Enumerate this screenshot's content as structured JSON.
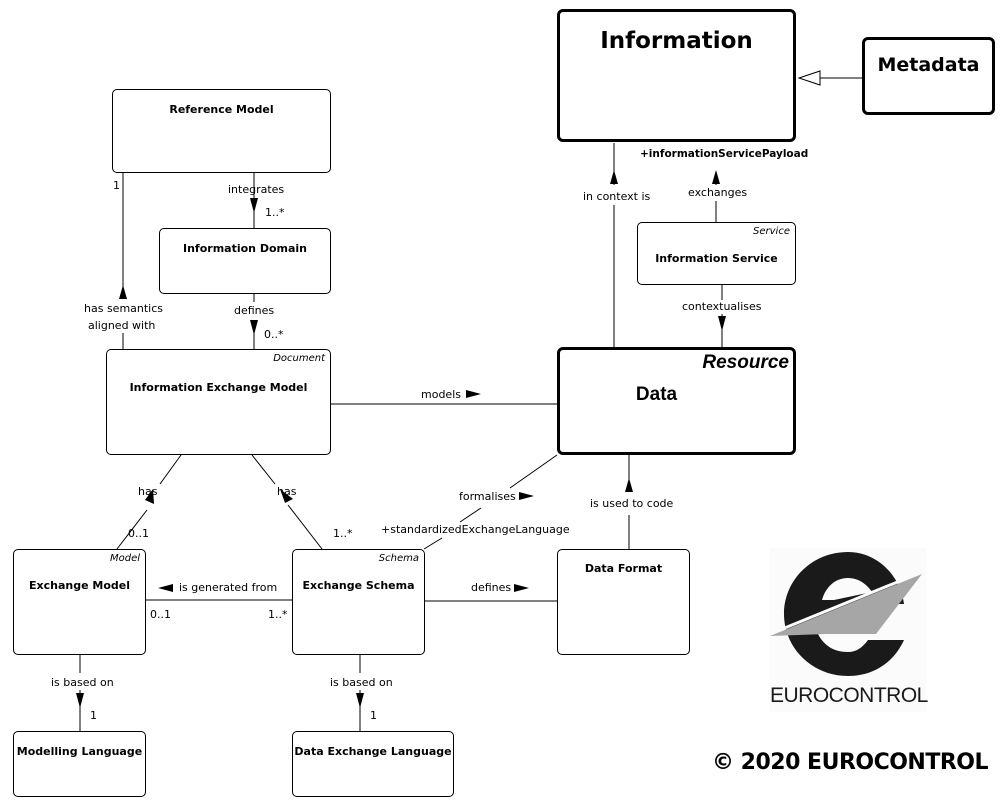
{
  "diagram": {
    "classes": {
      "information": {
        "title": "Information",
        "stereotype": ""
      },
      "metadata": {
        "title": "Metadata",
        "stereotype": ""
      },
      "reference_model": {
        "title": "Reference Model",
        "stereotype": ""
      },
      "information_domain": {
        "title": "Information Domain",
        "stereotype": ""
      },
      "information_service": {
        "title": "Information Service",
        "stereotype": "Service"
      },
      "information_exchange_model": {
        "title": "Information Exchange Model",
        "stereotype": "Document"
      },
      "data": {
        "title": "Data",
        "stereotype": "Resource"
      },
      "exchange_model": {
        "title": "Exchange Model",
        "stereotype": "Model"
      },
      "exchange_schema": {
        "title": "Exchange Schema",
        "stereotype": "Schema"
      },
      "data_format": {
        "title": "Data Format",
        "stereotype": ""
      },
      "modelling_language": {
        "title": "Modelling Language",
        "stereotype": ""
      },
      "data_exchange_language": {
        "title": "Data Exchange Language",
        "stereotype": ""
      }
    },
    "associations": {
      "metadata_generalizes_information": {
        "type": "generalization"
      },
      "integrates": {
        "label": "integrates",
        "target_multiplicity": "1..*"
      },
      "has_semantics": {
        "label_line1": "has semantics",
        "label_line2": "aligned with",
        "source_multiplicity": "1"
      },
      "defines_iem": {
        "label": "defines",
        "target_multiplicity": "0..*"
      },
      "in_context_is": {
        "label": "in context is"
      },
      "exchanges": {
        "label": "exchanges",
        "role": "+informationServicePayload"
      },
      "contextualises": {
        "label": "contextualises"
      },
      "models": {
        "label": "models"
      },
      "has_exchange_model": {
        "label": "has",
        "multiplicity": "0..1"
      },
      "has_exchange_schema": {
        "label": "has",
        "multiplicity": "1..*"
      },
      "formalises": {
        "label": "formalises",
        "role": "+standardizedExchangeLanguage"
      },
      "is_used_to_code": {
        "label": "is used to code"
      },
      "is_generated_from": {
        "label": "is generated from",
        "source_multiplicity": "0..1",
        "target_multiplicity": "1..*"
      },
      "defines_format": {
        "label": "defines"
      },
      "is_based_on_modelling": {
        "label": "is based on",
        "multiplicity": "1"
      },
      "is_based_on_dxl": {
        "label": "is based on",
        "multiplicity": "1"
      }
    }
  },
  "branding": {
    "logo_text": "EUROCONTROL",
    "copyright": "© 2020 EUROCONTROL",
    "colors": {
      "logo_dark": "#1a1a1a",
      "logo_gray": "#a6a6a6"
    }
  }
}
